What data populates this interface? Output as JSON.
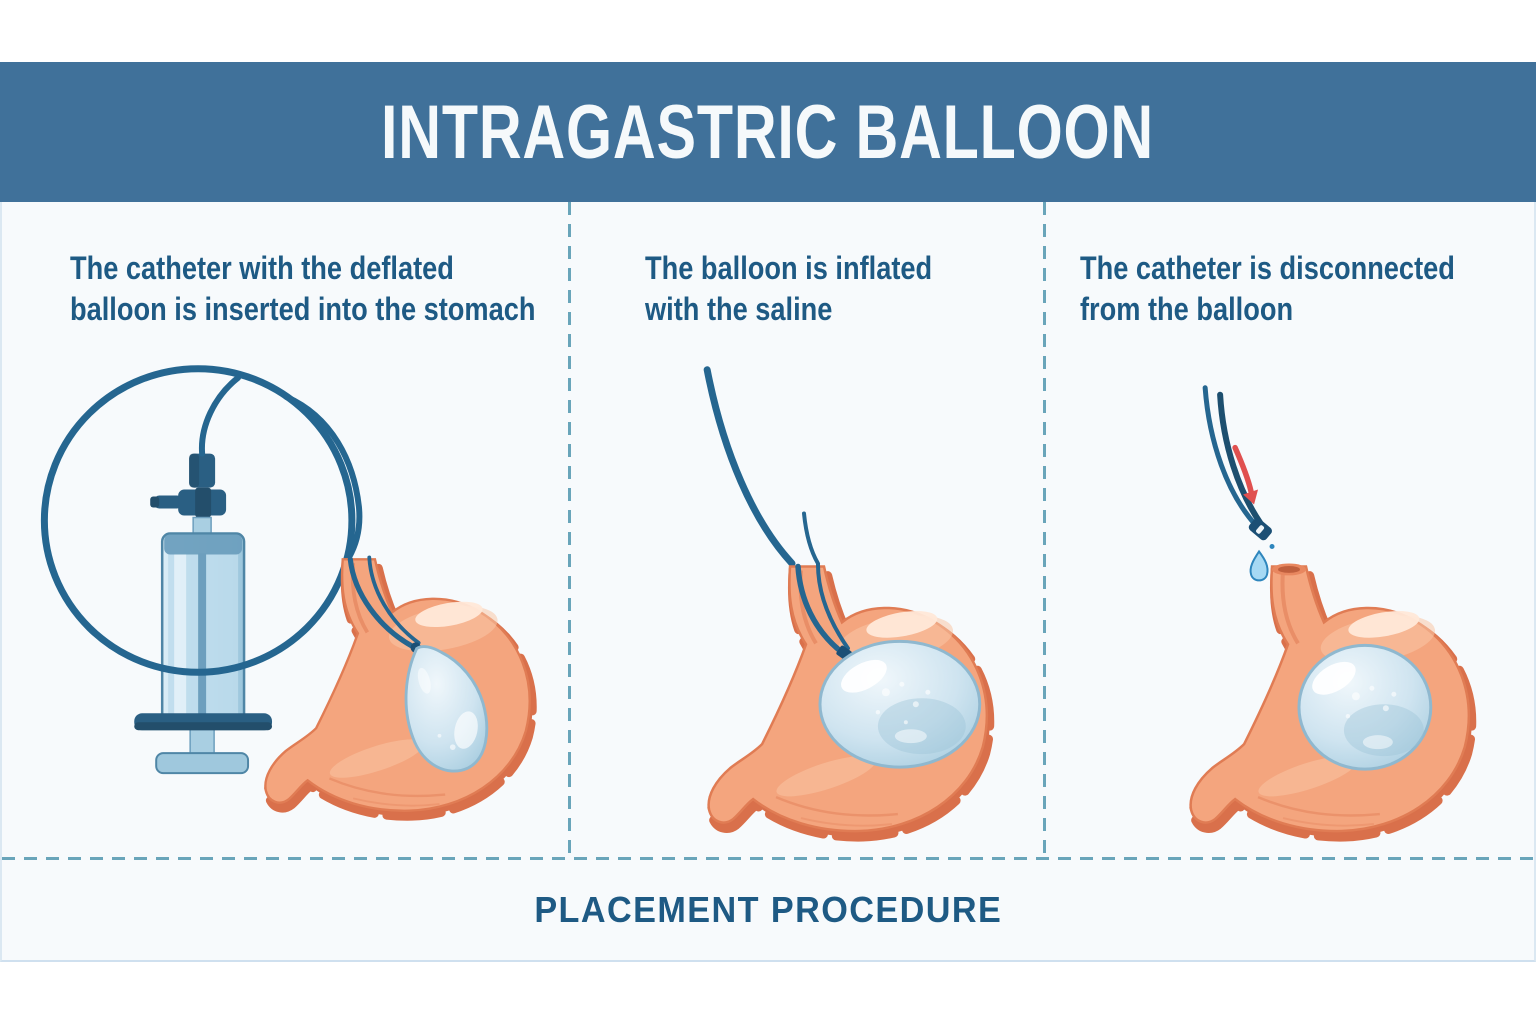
{
  "header": {
    "title": "INTRAGASTRIC BALLOON"
  },
  "steps": [
    {
      "caption_line1": "The catheter with the deflated",
      "caption_line2": "balloon is inserted into the stomach",
      "icons": [
        "syringe-icon",
        "catheter-loop-icon",
        "stomach-icon",
        "deflated-balloon-icon"
      ]
    },
    {
      "caption_line1": "The balloon is inflated",
      "caption_line2": "with the saline",
      "icons": [
        "catheter-tube-icon",
        "stomach-icon",
        "inflated-balloon-icon"
      ]
    },
    {
      "caption_line1": "The catheter is disconnected",
      "caption_line2": "from the balloon",
      "icons": [
        "catheter-tube-icon",
        "connector-cap-icon",
        "red-arrow-down-icon",
        "saline-droplet-icon",
        "stomach-icon",
        "inflated-balloon-icon"
      ]
    }
  ],
  "footer": {
    "caption": "PLACEMENT PROCEDURE"
  },
  "palette": {
    "page_bg": "#ffffff",
    "header_band": "#40719a",
    "title_text": "#f5f9fb",
    "content_bg": "#f7fafc",
    "content_border": "#dbe8f2",
    "caption_text": "#1e5a84",
    "divider_teal": "#69a5ba",
    "catheter_blue": "#256690",
    "catheter_dark": "#1d4f6f",
    "catheter_knot": "#1b4f75",
    "syringe_light": "#cde5f2",
    "syringe_mid": "#a9cfe2",
    "syringe_band": "#6d9fbe",
    "syringe_dark": "#2a5f83",
    "syringe_deep": "#234e6b",
    "stomach_fill": "#f4a57e",
    "stomach_light": "#f9c7a6",
    "stomach_gloss": "#ffe8d8",
    "stomach_dark": "#e07c54",
    "stomach_deep": "#d9704b",
    "eso_inner": "#c05f3d",
    "balloon_fill": "#cfe4f0",
    "balloon_edge": "#8fb8cf",
    "balloon_shade": "#9cc2d6",
    "arrow_red": "#e0504f",
    "droplet_fill": "#a6d9f4",
    "droplet_edge": "#2e86bd"
  }
}
